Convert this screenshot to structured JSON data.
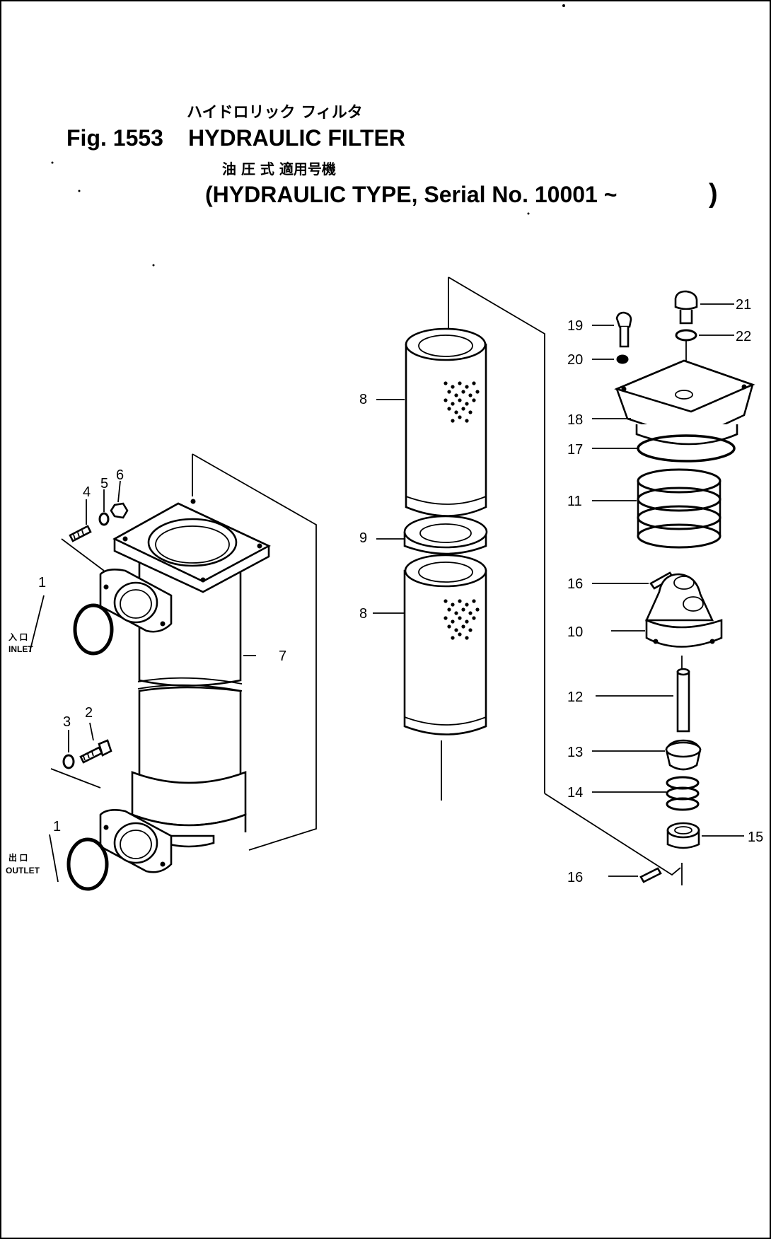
{
  "figure": {
    "jp_subtitle": "ハイドロリック フィルタ",
    "fig_label": "Fig. 1553",
    "title": "HYDRAULIC FILTER",
    "jp_applicability": "油 圧 式 適用号機",
    "applicability": "(HYDRAULIC TYPE, Serial No. 10001 ~",
    "applicability_close": ")"
  },
  "ports": {
    "inlet_jp": "入 口",
    "inlet": "INLET",
    "outlet_jp": "出 口",
    "outlet": "OUTLET"
  },
  "callouts": [
    "1",
    "2",
    "3",
    "4",
    "5",
    "6",
    "7",
    "8",
    "9",
    "10",
    "11",
    "12",
    "13",
    "14",
    "15",
    "16",
    "17",
    "18",
    "19",
    "20",
    "21",
    "22"
  ],
  "callouts_placed": {
    "c1a": "1",
    "c1b": "1",
    "c2": "2",
    "c3": "3",
    "c4": "4",
    "c5": "5",
    "c6": "6",
    "c7": "7",
    "c8a": "8",
    "c8b": "8",
    "c9": "9",
    "c10": "10",
    "c11": "11",
    "c12": "12",
    "c13": "13",
    "c14": "14",
    "c15": "15",
    "c16a": "16",
    "c16b": "16",
    "c17": "17",
    "c18": "18",
    "c19": "19",
    "c20": "20",
    "c21": "21",
    "c22": "22"
  }
}
